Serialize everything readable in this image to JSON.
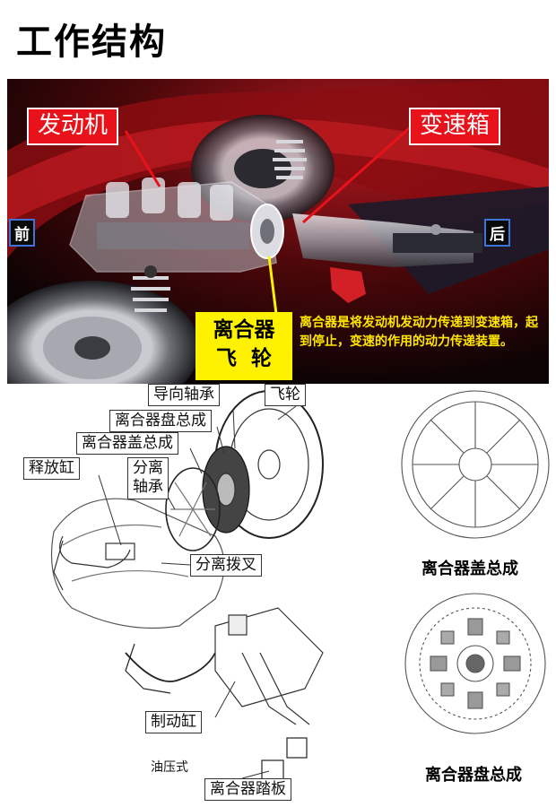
{
  "title": "工作结构",
  "panel": {
    "engine_label": "发动机",
    "gearbox_label": "变速箱",
    "front_label": "前",
    "rear_label": "后",
    "clutch_label": "离合器",
    "flywheel_label": "飞  轮",
    "description": "离合器是将发动机发动力传递到变速箱，起到停止，变速的作用的动力传递装置。",
    "colors": {
      "label_red": "#e8121b",
      "highlight_yellow": "#fff200",
      "text_yellow": "#ffe600",
      "direction_border": "#3e74d8"
    }
  },
  "diagram": {
    "labels": {
      "pilot_bearing": "导向轴承",
      "flywheel": "飞轮",
      "clutch_disc": "离合器盘总成",
      "clutch_cover": "离合器盖总成",
      "slave_cylinder": "释放缸",
      "release_bearing": "分离\n轴承",
      "release_fork": "分离拨叉",
      "master_cylinder": "制动缸",
      "hydraulic": "油压式",
      "clutch_pedal": "离合器踏板"
    },
    "captions": {
      "cover_assembly": "离合器盖总成",
      "disc_assembly": "离合器盘总成"
    }
  }
}
